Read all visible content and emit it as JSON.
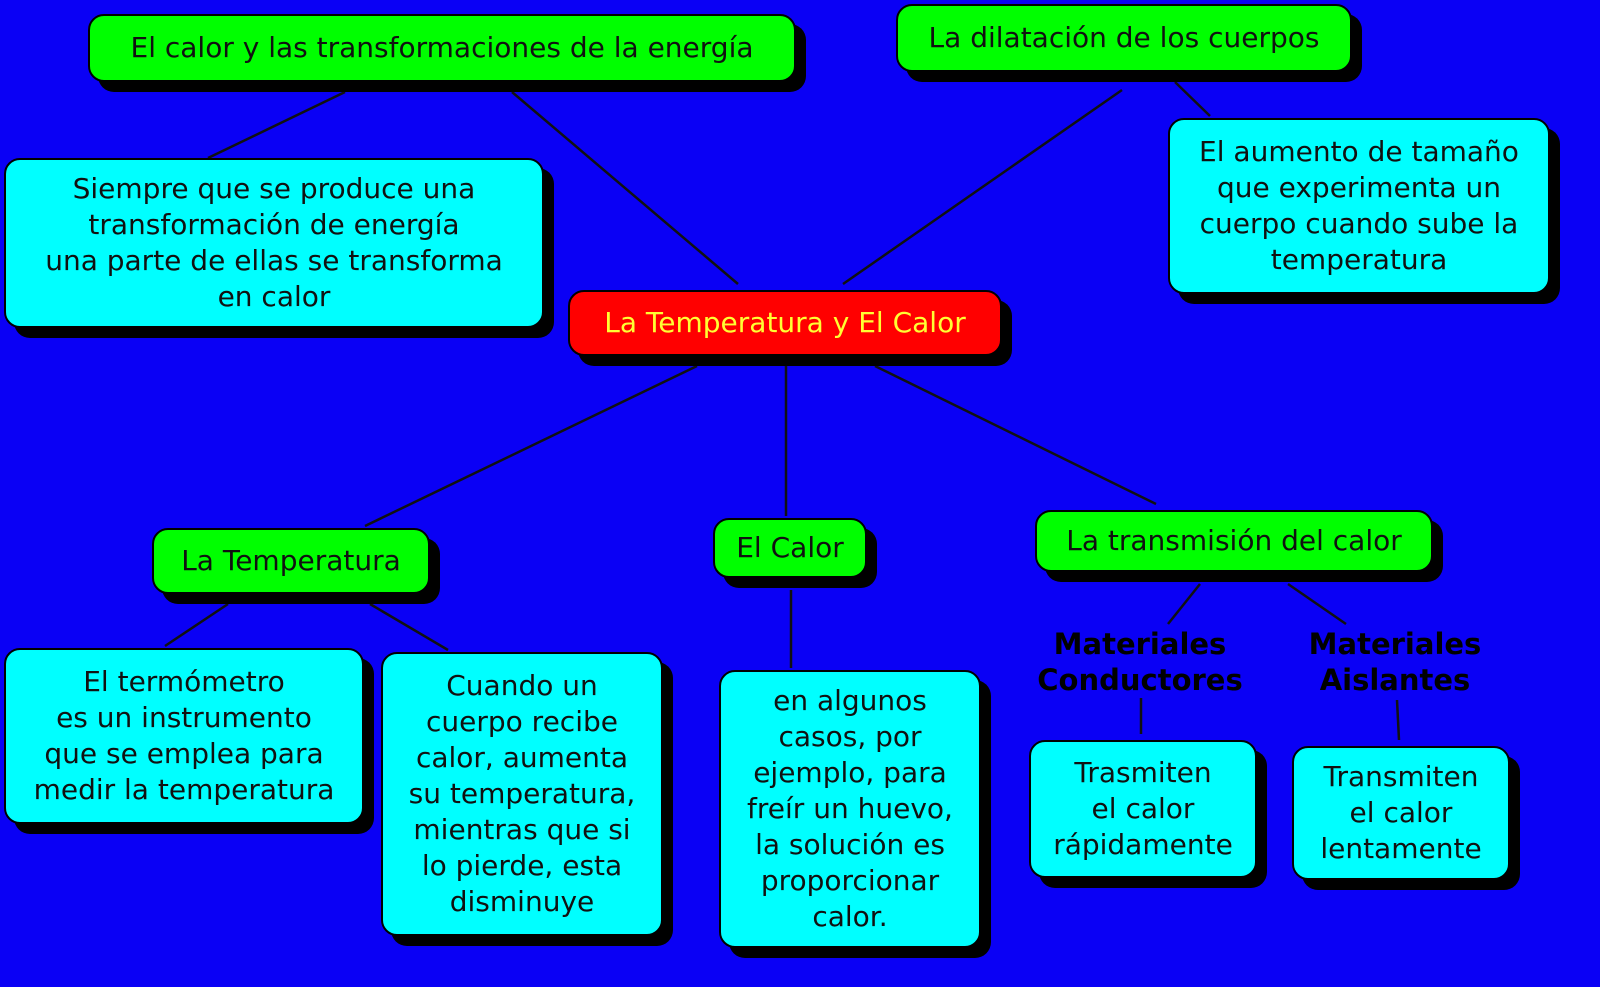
{
  "central": "La Temperatura y El Calor",
  "top_left": {
    "title": "El calor y las transformaciones de la energía",
    "desc": "Siempre que se produce una\ntransformación de energía\nuna parte de ellas se transforma\nen calor"
  },
  "top_right": {
    "title": "La dilatación de los cuerpos",
    "desc": "El aumento de tamaño\nque experimenta un\ncuerpo cuando sube la\ntemperatura"
  },
  "temperatura": {
    "title": "La Temperatura",
    "desc1": "El termómetro\nes un instrumento\nque se emplea para\nmedir la temperatura",
    "desc2": "Cuando un\ncuerpo recibe\ncalor, aumenta\nsu temperatura,\nmientras que si\nlo pierde, esta\ndisminuye"
  },
  "calor": {
    "title": "El Calor",
    "desc": "en algunos\ncasos, por\nejemplo, para\nfreír un huevo,\nla solución es\nproporcionar\ncalor."
  },
  "transmision": {
    "title": "La transmisión del calor",
    "conductores_label": "Materiales\nConductores",
    "conductores_desc": "Trasmiten\nel calor\nrápidamente",
    "aislantes_label": "Materiales\nAislantes",
    "aislantes_desc": "Transmiten\nel calor\nlentamente"
  },
  "colors": {
    "background": "#0a00f5",
    "central": "#ff0000",
    "topic": "#00ff00",
    "detail": "#00ffff"
  }
}
